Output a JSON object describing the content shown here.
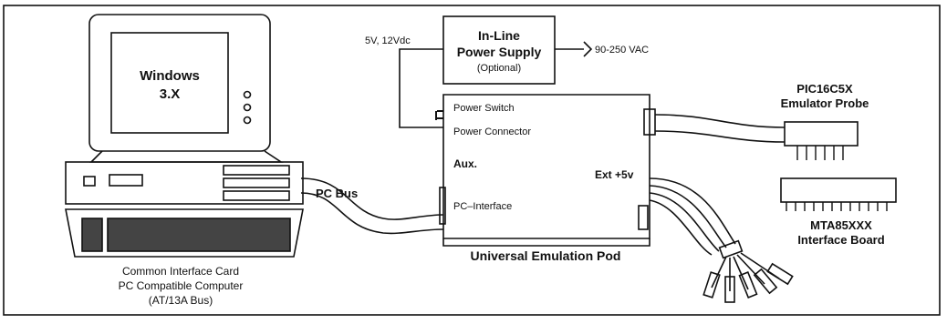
{
  "diagram": {
    "monitor_text_1": "Windows",
    "monitor_text_2": "3.X",
    "computer_caption_1": "Common Interface Card",
    "computer_caption_2": "PC Compatible Computer",
    "computer_caption_3": "(AT/13A Bus)",
    "pc_bus_label": "PC Bus",
    "supply_title_1": "In-Line",
    "supply_title_2": "Power Supply",
    "supply_optional": "(Optional)",
    "supply_output": "5V, 12Vdc",
    "supply_input": "90-250 VAC",
    "pod_power_switch": "Power Switch",
    "pod_power_connector": "Power Connector",
    "pod_aux": "Aux.",
    "pod_ext": "Ext +5v",
    "pod_pc_interface": "PC–Interface",
    "pod_caption": "Universal Emulation Pod",
    "probe_title_1": "PIC16C5X",
    "probe_title_2": "Emulator Probe",
    "board_title_1": "MTA85XXX",
    "board_title_2": "Interface Board"
  }
}
